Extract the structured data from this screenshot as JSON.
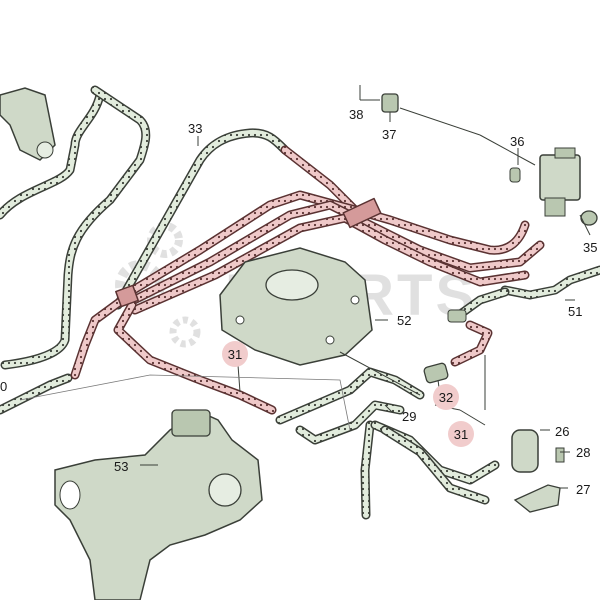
{
  "labels": {
    "p33": "33",
    "p38": "38",
    "p37": "37",
    "p36": "36",
    "p35": "35",
    "p52": "52",
    "p51": "51",
    "p31a": "31",
    "p32": "32",
    "p31b": "31",
    "p29": "29",
    "p26": "26",
    "p28": "28",
    "p27": "27",
    "p53": "53",
    "p30": "0"
  },
  "colors": {
    "hose_fill": "#e2ecdd",
    "hose_stroke": "#3a3f38",
    "hose_red_fill": "#efc9c9",
    "hose_red_stroke": "#5a3232",
    "part_fill": "#cfd9c8",
    "callout_fill": "#f1cccc",
    "watermark": "#c8c8c8"
  },
  "watermark": {
    "text": "RPARTS"
  }
}
